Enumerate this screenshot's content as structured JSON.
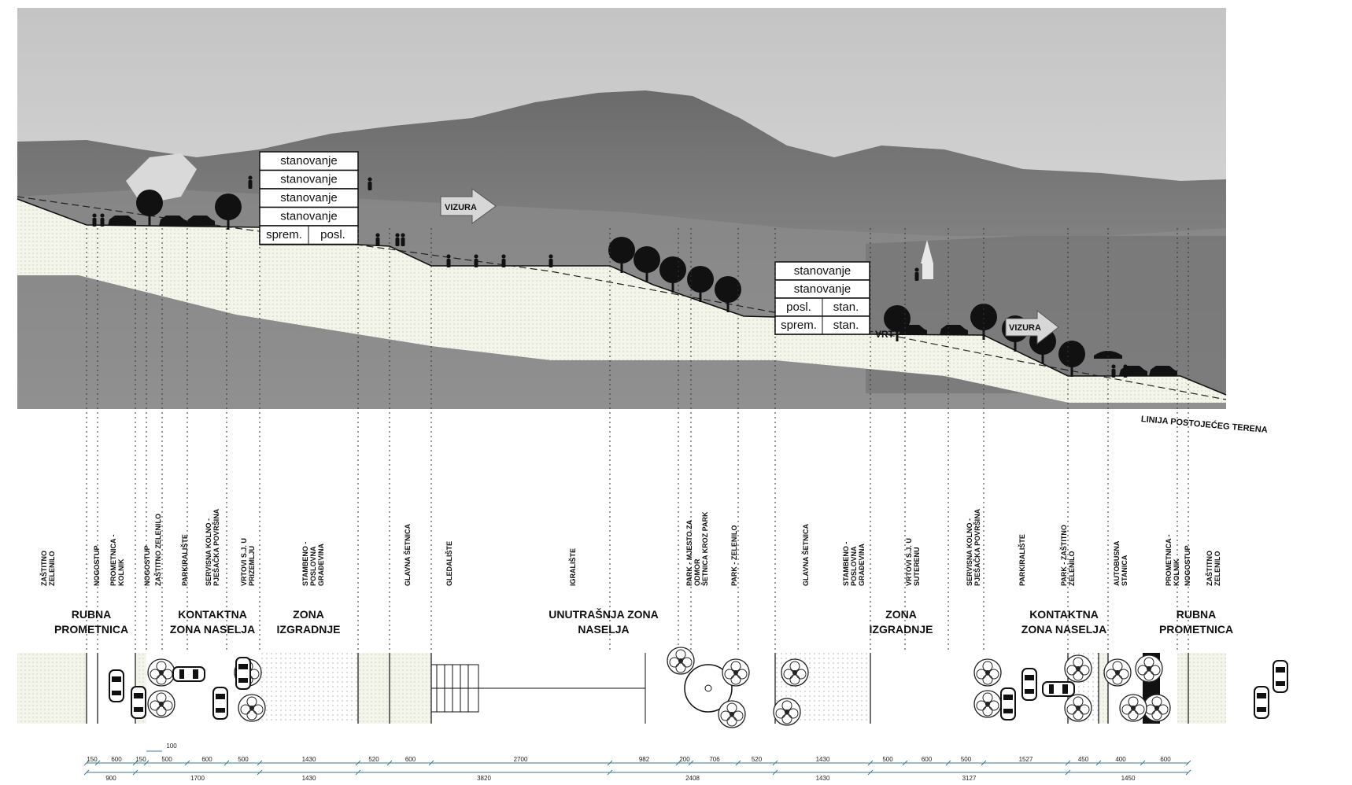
{
  "buildings": {
    "left": {
      "floors": [
        "stanovanje",
        "stanovanje",
        "stanovanje",
        "stanovanje"
      ],
      "ground": [
        "sprem.",
        "posl."
      ]
    },
    "right": {
      "floors": [
        "stanovanje",
        "stanovanje"
      ],
      "mixed": [
        [
          "posl.",
          "stan."
        ],
        [
          "sprem.",
          "stan."
        ]
      ]
    }
  },
  "vizura_label": "VIZURA",
  "terrain_label": "LINIJA POSTOJEĆEG TERENA",
  "small_label_vrt": "VRT",
  "subzones": [
    [
      "ZAŠTITNO",
      "ZELENILO"
    ],
    [
      "NOGOSTUP"
    ],
    [
      "PROMETNICA -",
      "KOLNIK"
    ],
    [
      "NOGOSTUP"
    ],
    [
      "ZAŠTITNO ZELENILO"
    ],
    [
      "PARKIRALIŠTE"
    ],
    [
      "SERVISNA KOLNO -",
      "PJEŠAČKA POVRŠINA"
    ],
    [
      "VRTOVI S.J. U",
      "PRIZEMLJU"
    ],
    [
      "STAMBENO -",
      "POSLOVNA",
      "GRAĐEVINA"
    ],
    [
      "GLAVNA ŠETNICA"
    ],
    [
      "GLEDALIŠTE"
    ],
    [
      "IGRALIŠTE"
    ],
    [
      "PARK - MJESTO ZA",
      "ODMOR"
    ],
    [
      "ŠETNICA KROZ PARK"
    ],
    [
      "PARK - ZELENILO"
    ],
    [
      "GLAVNA ŠETNICA"
    ],
    [
      "STAMBENO -",
      "POSLOVNA",
      "GRAĐEVINA"
    ],
    [
      "VRTOVI S.J. U",
      "SUTERENU"
    ],
    [
      "SERVISNA KOLNO -",
      "PJEŠAČKA POVRŠINA"
    ],
    [
      "PARKIRALIŠTE"
    ],
    [
      "PARK - ZAŠTITNO",
      "ZELENILO"
    ],
    [
      "AUTOBUSNA",
      "STANICA"
    ],
    [
      "PROMETNICA -",
      "KOLNIK"
    ],
    [
      "NOGOSTUP"
    ],
    [
      "ZAŠTITNO",
      "ZELENILO"
    ]
  ],
  "zones": [
    [
      "RUBNA",
      "PROMETNICA"
    ],
    [
      "KONTAKTNA",
      "ZONA NASELJA"
    ],
    [
      "ZONA",
      "IZGRADNJE"
    ],
    [
      "UNUTRAŠNJA ZONA",
      "NASELJA"
    ],
    [
      "ZONA",
      "IZGRADNJE"
    ],
    [
      "KONTAKTNA",
      "ZONA NASELJA"
    ],
    [
      "RUBNA",
      "PROMETNICA"
    ]
  ],
  "dimensions": {
    "tiny": "100",
    "row1": [
      "150",
      "600",
      "150",
      "500",
      "600",
      "500",
      "1430",
      "520",
      "600",
      "2700",
      "982",
      "200",
      "706",
      "520",
      "1430",
      "500",
      "600",
      "500",
      "1527",
      "450",
      "400",
      "600"
    ],
    "row2": [
      "900",
      "1700",
      "1430",
      "3820",
      "2408",
      "1430",
      "3127",
      "1450"
    ]
  },
  "colors": {
    "sky_top": "#b9b9b9",
    "ground_fill": "#eef0e1",
    "outline": "#111111",
    "dim_line": "#3b7a95"
  }
}
